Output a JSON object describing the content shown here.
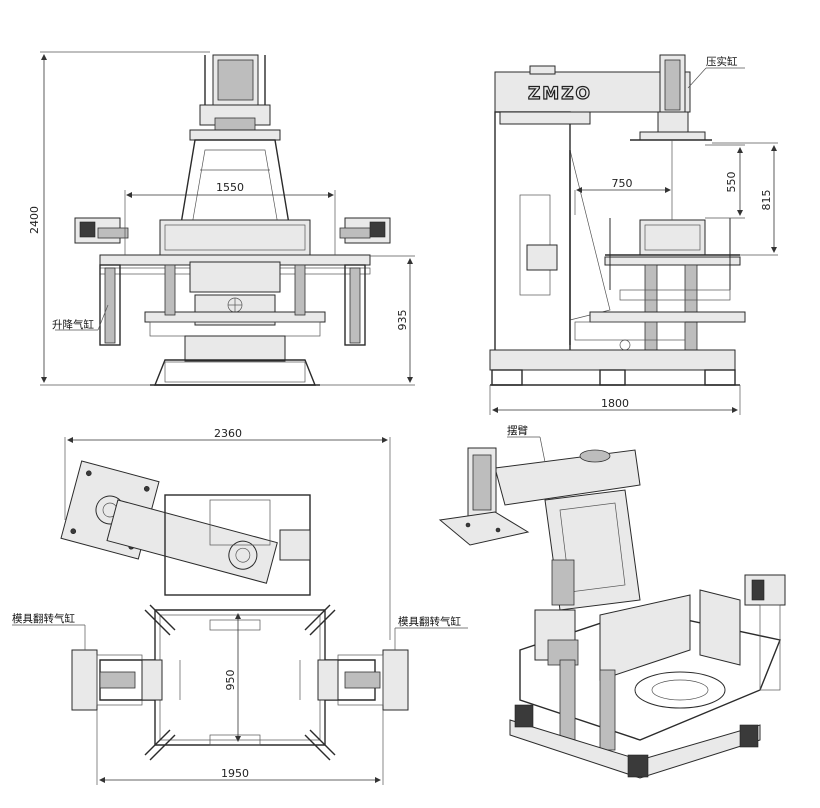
{
  "brand": {
    "logo": "ZMZO"
  },
  "front_view": {
    "dims": {
      "overall_height": "2400",
      "spacing": "1550",
      "lower_height": "935"
    },
    "labels": {
      "lift_cylinder": "升降气缸"
    }
  },
  "side_view": {
    "dims": {
      "reach": "750",
      "press_stroke": "550",
      "press_height": "815",
      "length": "1800"
    },
    "labels": {
      "press_cylinder": "压实缸"
    }
  },
  "top_view": {
    "dims": {
      "width": "2360",
      "frame_width": "1950",
      "depth": "950"
    },
    "labels": {
      "left_flip_cylinder": "模具翻转气缸",
      "right_flip_cylinder": "模具翻转气缸"
    }
  },
  "iso_view": {
    "labels": {
      "swing_arm": "摆臂"
    }
  }
}
